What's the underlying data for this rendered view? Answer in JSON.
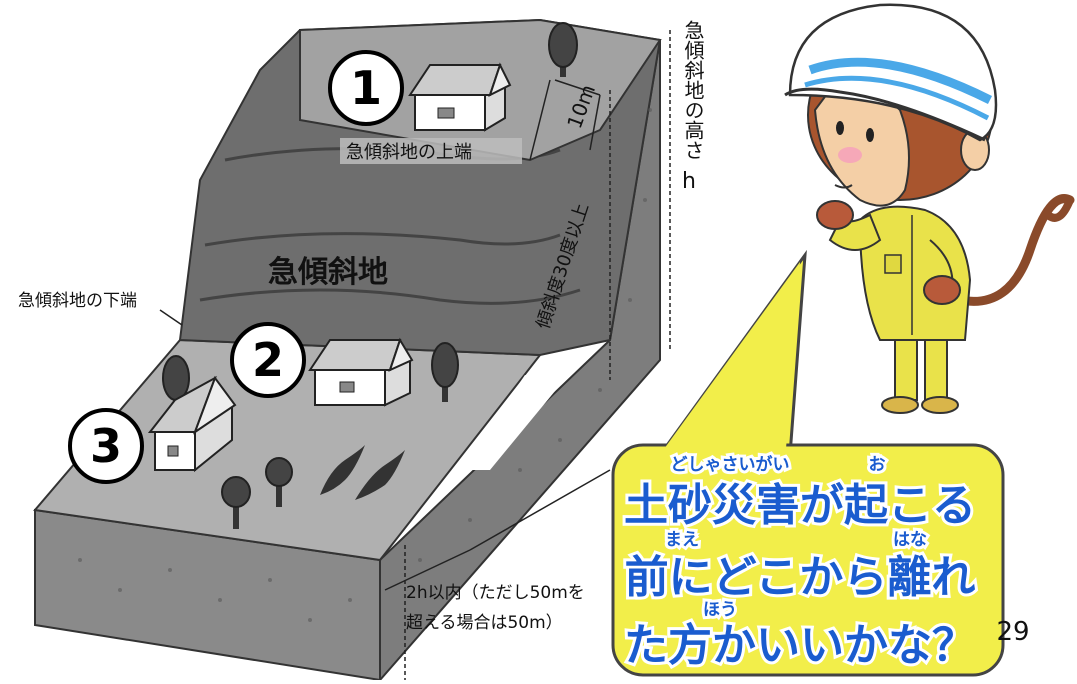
{
  "diagram": {
    "markers": [
      "1",
      "2",
      "3"
    ],
    "labels": {
      "slope": "急傾斜地",
      "top_edge": "急傾斜地の上端",
      "bottom_edge": "急傾斜地の下端",
      "height_v": "急傾斜地の高さ",
      "height_sym": "h",
      "distance_10m": "10m",
      "angle": "傾斜度30度以上",
      "range_line1": "2h以内（ただし50mを",
      "range_line2": "超える場合は50m）"
    }
  },
  "speech": {
    "line1": "土砂災害が起こる",
    "ruby1a": "どしゃさいがい",
    "ruby1b": "お",
    "line2": "前にどこから離れ",
    "ruby2a": "まえ",
    "ruby2b": "はな",
    "line3": "た方かいいかな？",
    "ruby3": "ほう"
  },
  "page_number": "29",
  "colors": {
    "bubble_fill": "#f2ee4a",
    "bubble_text": "#1a5ccf",
    "helmet_stripe": "#4aa8e8",
    "uniform": "#e9e24a"
  }
}
